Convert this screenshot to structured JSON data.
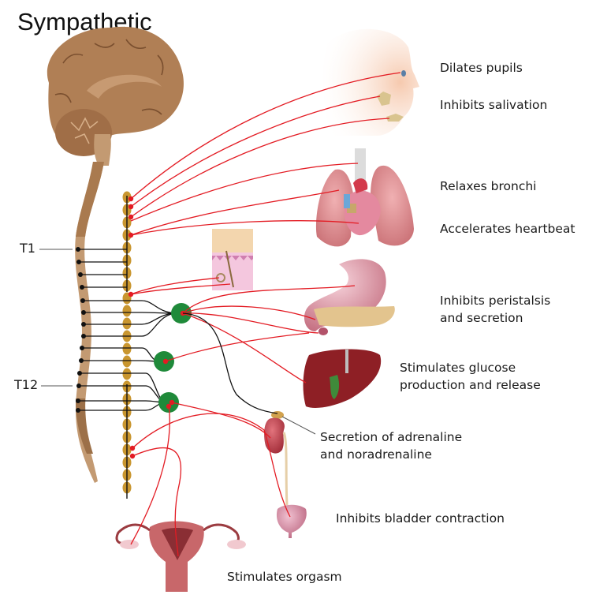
{
  "title": "Sympathetic",
  "segment_labels": {
    "t1": "T1",
    "t12": "T12"
  },
  "effects": [
    {
      "id": "eye",
      "lines": [
        "Dilates pupils"
      ]
    },
    {
      "id": "salivary",
      "lines": [
        "Inhibits salivation"
      ]
    },
    {
      "id": "bronchi",
      "lines": [
        "Relaxes bronchi"
      ]
    },
    {
      "id": "heart",
      "lines": [
        "Accelerates heartbeat"
      ]
    },
    {
      "id": "stomach",
      "lines": [
        "Inhibits peristalsis",
        "and secretion"
      ]
    },
    {
      "id": "liver",
      "lines": [
        "Stimulates glucose",
        "production and release"
      ]
    },
    {
      "id": "adrenal",
      "lines": [
        "Secretion of adrenaline",
        "and noradrenaline"
      ]
    },
    {
      "id": "bladder",
      "lines": [
        "Inhibits bladder contraction"
      ]
    },
    {
      "id": "uterus",
      "lines": [
        "Stimulates orgasm"
      ]
    }
  ],
  "colors": {
    "brain": "#b07f55",
    "brain_dark": "#8a5f3b",
    "spine": "#c49a6c",
    "ganglion_chain": "#c9962f",
    "ganglion": "#1f8a3a",
    "postganglionic": "#e31b23",
    "preganglionic": "#111111",
    "skin_face": "#f7d3bd",
    "organ_red": "#b83a45",
    "lung": "#d98b8f",
    "liver": "#8e1f25",
    "stomach": "#d98c9a",
    "bladder": "#c9768d",
    "uterus": "#b8545a"
  }
}
